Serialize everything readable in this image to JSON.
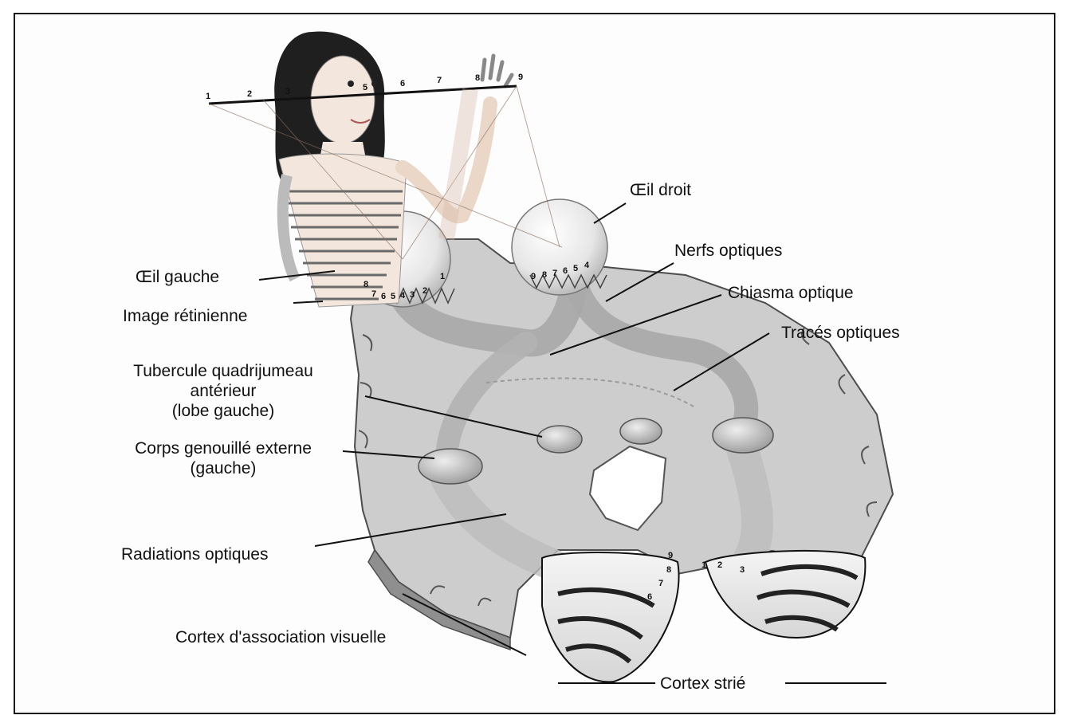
{
  "labels": {
    "oeil_droit": "Œil droit",
    "nerfs_optiques": "Nerfs optiques",
    "oeil_gauche": "Œil gauche",
    "chiasma_optique": "Chiasma optique",
    "image_retinienne": "Image rétinienne",
    "traces_optiques": "Tracés optiques",
    "tubercule_line1": "Tubercule quadrijumeau",
    "tubercule_line2": "antérieur",
    "tubercule_line3": "(lobe gauche)",
    "corps_line1": "Corps genouillé externe",
    "corps_line2": "(gauche)",
    "radiations_optiques": "Radiations optiques",
    "cortex_association": "Cortex d'association visuelle",
    "cortex_strie": "Cortex strié"
  },
  "visual_field_numbers": [
    "1",
    "2",
    "3",
    "5",
    "6",
    "7",
    "8",
    "9"
  ],
  "left_retina_numbers": [
    "8",
    "7",
    "6",
    "5",
    "4",
    "3",
    "2",
    "1"
  ],
  "right_retina_numbers": [
    "9",
    "8",
    "7",
    "6",
    "5",
    "4"
  ],
  "left_cortex_numbers": [
    "9",
    "8",
    "7",
    "6"
  ],
  "right_cortex_numbers": [
    "1",
    "2",
    "3"
  ],
  "colors": {
    "brain": "#cfcfcf",
    "brain_edge": "#555555",
    "tract": "#b7b7b7",
    "eye": "#efefef",
    "skin": "#f3e6dc",
    "line": "#111111"
  }
}
